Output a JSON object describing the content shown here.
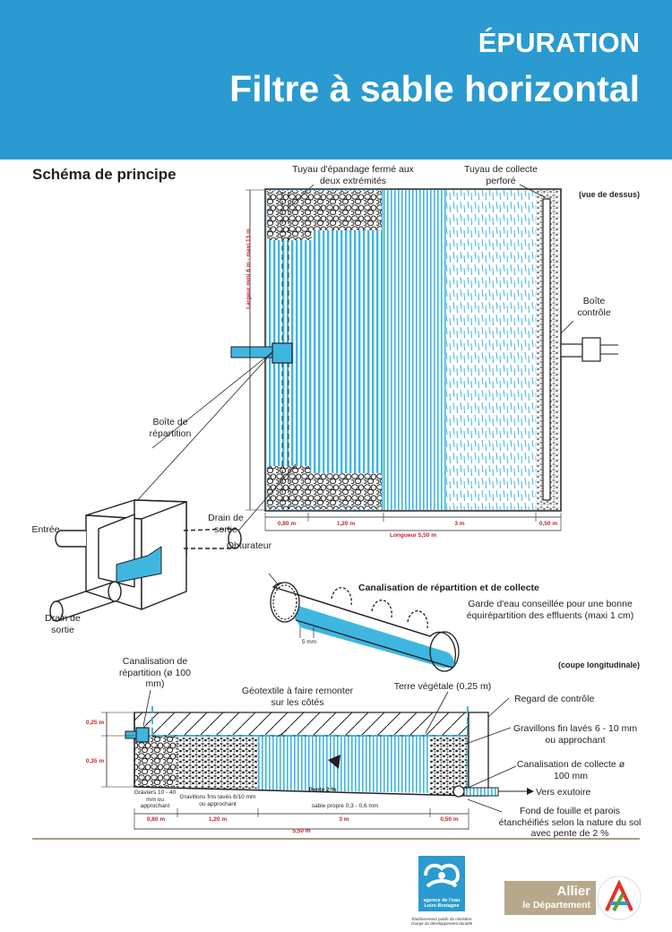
{
  "header": {
    "subtitle": "ÉPURATION",
    "title": "Filtre à sable horizontal"
  },
  "section": {
    "title": "Schéma de principe"
  },
  "top_view": {
    "label": "(vue de dessus)",
    "spreading_pipe": "Tuyau d'épandage fermé aux deux extrémités",
    "collection_pipe": "Tuyau de collecte perforé",
    "control_box": "Boîte contrôle",
    "width_label": "Largeur mini 6 m - maxi 13 m",
    "dims": [
      "0,80 m",
      "1,20 m",
      "3 m",
      "0,50 m"
    ],
    "length_label": "Longueur 5,50 m"
  },
  "distribution_box": {
    "label": "Boîte de répartition",
    "inlet": "Entrée",
    "drain_right": "Drain de sortie",
    "drain_left": "Drain de sortie",
    "plug": "Obturateur"
  },
  "pipe_detail": {
    "title": "Canalisation de répartition et de collecte",
    "note": "Garde d'eau conseillée pour une bonne équirépartition des effluents (maxi 1 cm)",
    "dim": "5 mm"
  },
  "section_view": {
    "label": "(coupe longitudinale)",
    "distribution_pipe": "Canalisation de répartition (ø 100 mm)",
    "geotextile": "Géotextile à faire remonter sur les côtés",
    "topsoil": "Terre végétale (0,25 m)",
    "inspection": "Regard de contrôle",
    "gravel_fine": "Gravillons fin lavés 6 - 10 mm ou approchant",
    "collection_pipe": "Canalisation de collecte ø 100 mm",
    "outlet": "Vers exutoire",
    "bottom": "Fond de fouille et parois étanchéifiés selon la nature du sol avec pente de 2 %",
    "height_top": "0,25 m",
    "height_mid": "0,35 m",
    "slope": "Pente 2 %",
    "layer_gravel": "Graviers 10 - 40 mm ou approchant",
    "layer_fine": "Gravillons fins lavés 6/10 mm ou approchant",
    "layer_sand": "sable propre 0,3 - 0,6 mm",
    "dims": [
      "0,80 m",
      "1,20 m",
      "3 m",
      "0,50 m"
    ],
    "total": "5,50 m"
  },
  "logos": {
    "agence_line1": "agence de l'eau",
    "agence_line2": "Loire-Bretagne",
    "agence_caption": "Établissement public du ministère chargé du développement durable",
    "allier_name": "Allier",
    "allier_dep": "le Département"
  },
  "colors": {
    "brand_blue": "#2a9ad0",
    "water_blue": "#3fb6e0",
    "dim_red": "#c1272d",
    "beige": "#b7a88c"
  }
}
